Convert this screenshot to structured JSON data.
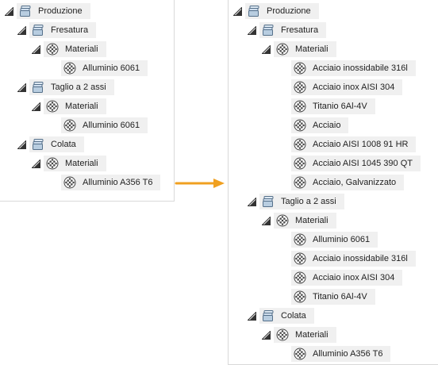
{
  "before": {
    "nodes": [
      {
        "label": "Produzione",
        "icon": "setup-icon",
        "expanded": true
      },
      {
        "label": "Fresatura",
        "icon": "operation-icon",
        "expanded": true
      },
      {
        "label": "Materiali",
        "icon": "material-icon",
        "expanded": true
      },
      {
        "label": "Alluminio 6061",
        "icon": "material-icon"
      },
      {
        "label": "Taglio a 2 assi",
        "icon": "operation-icon",
        "expanded": true
      },
      {
        "label": "Materiali",
        "icon": "material-icon",
        "expanded": true
      },
      {
        "label": "Alluminio 6061",
        "icon": "material-icon"
      },
      {
        "label": "Colata",
        "icon": "operation-icon",
        "expanded": true
      },
      {
        "label": "Materiali",
        "icon": "material-icon",
        "expanded": true
      },
      {
        "label": "Alluminio A356 T6",
        "icon": "material-icon"
      }
    ]
  },
  "after": {
    "nodes": [
      {
        "label": "Produzione",
        "icon": "setup-icon",
        "expanded": true
      },
      {
        "label": "Fresatura",
        "icon": "operation-icon",
        "expanded": true
      },
      {
        "label": "Materiali",
        "icon": "material-icon",
        "expanded": true
      },
      {
        "label": "Acciaio inossidabile 316l",
        "icon": "material-icon"
      },
      {
        "label": "Acciaio inox AISI 304",
        "icon": "material-icon"
      },
      {
        "label": "Titanio 6Al-4V",
        "icon": "material-icon"
      },
      {
        "label": "Acciaio",
        "icon": "material-icon"
      },
      {
        "label": "Acciaio AISI 1008 91 HR",
        "icon": "material-icon"
      },
      {
        "label": "Acciaio AISI 1045 390 QT",
        "icon": "material-icon"
      },
      {
        "label": "Acciaio, Galvanizzato",
        "icon": "material-icon"
      },
      {
        "label": "Taglio a 2 assi",
        "icon": "operation-icon",
        "expanded": true
      },
      {
        "label": "Materiali",
        "icon": "material-icon",
        "expanded": true
      },
      {
        "label": "Alluminio 6061",
        "icon": "material-icon"
      },
      {
        "label": "Acciaio inossidabile 316l",
        "icon": "material-icon"
      },
      {
        "label": "Acciaio inox AISI 304",
        "icon": "material-icon"
      },
      {
        "label": "Titanio 6Al-4V",
        "icon": "material-icon"
      },
      {
        "label": "Colata",
        "icon": "operation-icon",
        "expanded": true
      },
      {
        "label": "Materiali",
        "icon": "material-icon",
        "expanded": true
      },
      {
        "label": "Alluminio A356 T6",
        "icon": "material-icon"
      }
    ]
  },
  "colors": {
    "arrow": "#f0a020",
    "node_bg": "#f0f0f0",
    "border": "#d9d9d9"
  }
}
